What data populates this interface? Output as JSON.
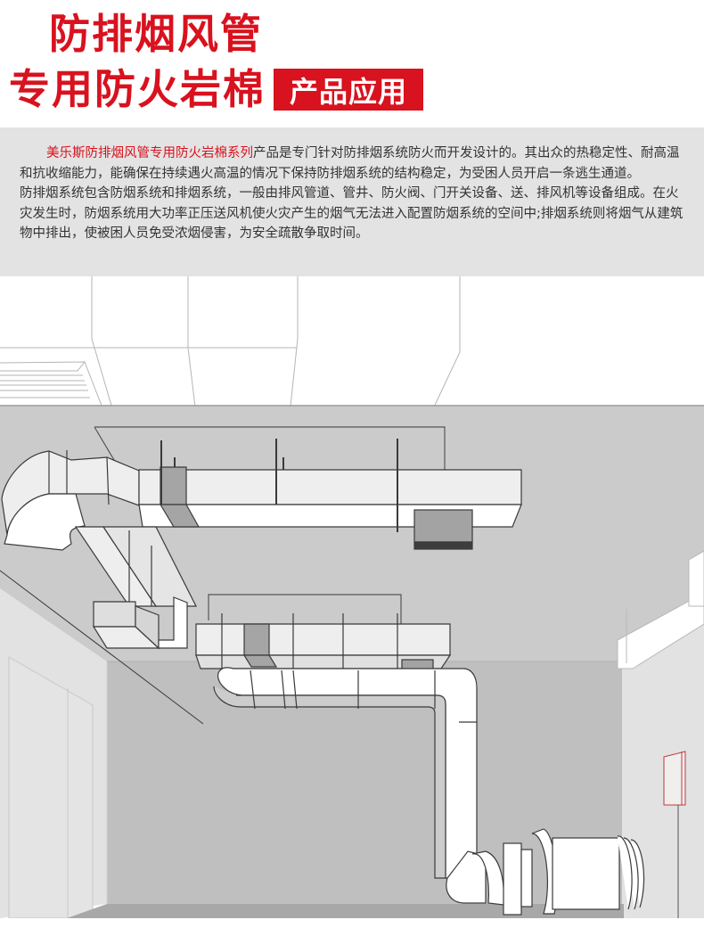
{
  "header": {
    "title_line1": "防排烟风管",
    "title_line2": "专用防火岩棉",
    "badge": "产品应用"
  },
  "intro": {
    "brand_name": "美乐斯防排烟风管专用防火岩棉系列",
    "paragraph1_rest": "产品是专门针对防排烟系统防火而开发设计的。其出众的热稳定性、耐高温和抗收缩能力，能确保在持续遇火高温的情况下保持防排烟系统的结构稳定，为受困人员开启一条逃生通道。",
    "paragraph2": "防排烟系统包含防烟系统和排烟系统，一般由排风管道、管井、防火阀、门开关设备、送、排风机等设备组成。在火灾发生时，防烟系统用大功率正压送风机使火灾产生的烟气无法进入配置防烟系统的空间中;排烟系统则将烟气从建筑物中排出，使被困人员免受浓烟侵害，为安全疏散争取时间。"
  },
  "illustration": {
    "subject": "smoke-exhaust-duct-installation",
    "colors": {
      "accent": "#d8121e",
      "ceiling": "#ffffff",
      "ceiling_soffit": "#cbcbcb",
      "back_wall": "#bfbfbf",
      "side_wall": "#e2e2e2",
      "floor": "#a8a8a8",
      "duct": "#eeeeee",
      "damper": "#a3a3a3",
      "outline": "#3a3a3a"
    }
  }
}
